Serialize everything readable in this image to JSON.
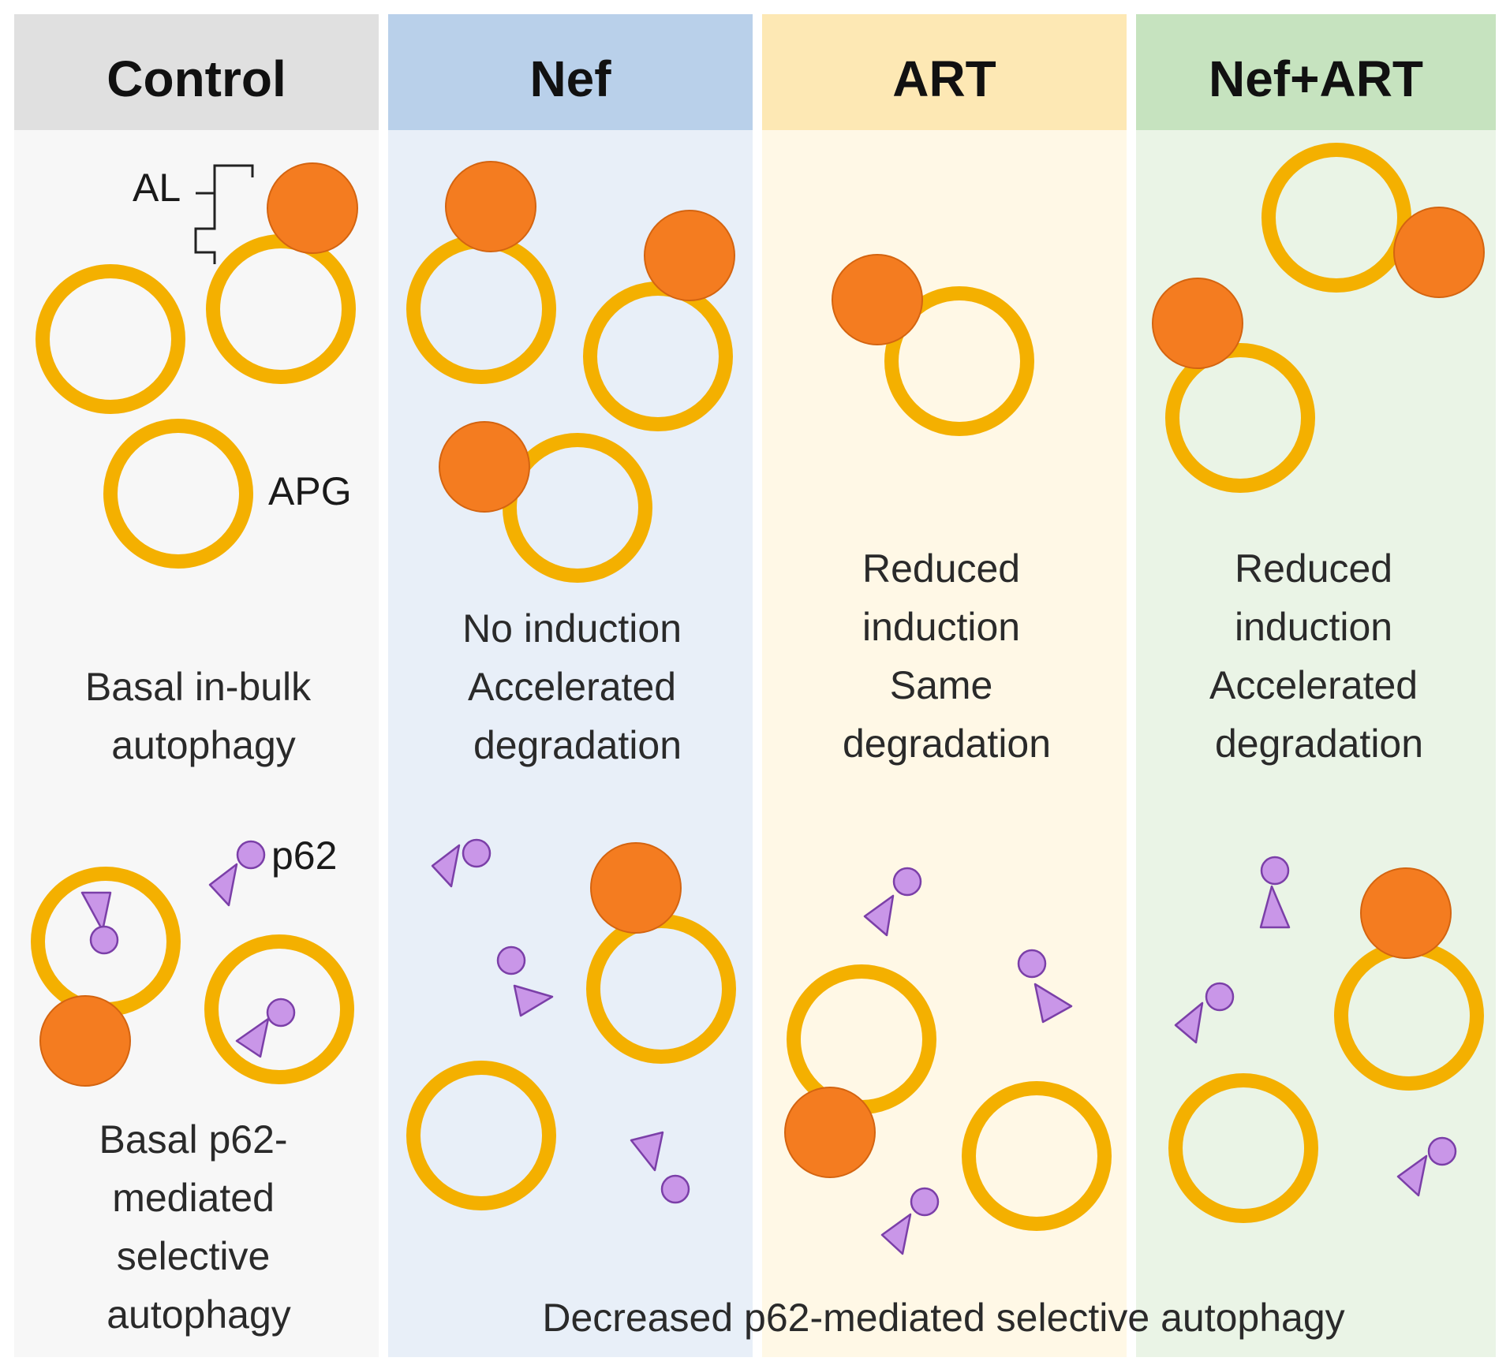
{
  "columns": [
    {
      "header": "Control",
      "caption_top": [
        "Basal in-bulk",
        "autophagy"
      ],
      "caption_bottom": [
        "Basal p62-",
        "mediated",
        "selective",
        "autophagy"
      ],
      "header_color": "#e0e0e0",
      "panel_color": "#f7f7f7"
    },
    {
      "header": "Nef",
      "caption_top": [
        "No induction",
        "Accelerated",
        "degradation"
      ],
      "header_color": "#b9d0ea",
      "panel_color": "#e8eff8"
    },
    {
      "header": "ART",
      "caption_top": [
        "Reduced",
        "induction",
        "Same",
        "degradation"
      ],
      "header_color": "#fde8b4",
      "panel_color": "#fff8e6"
    },
    {
      "header": "Nef+ART",
      "caption_top": [
        "Reduced",
        "induction",
        "Accelerated",
        "degradation"
      ],
      "header_color": "#c6e3bf",
      "panel_color": "#eaf4e6"
    }
  ],
  "shared_caption": "Decreased p62-mediated selective autophagy",
  "labels": {
    "al": "AL",
    "apg": "APG",
    "p62": "p62"
  },
  "colors": {
    "autophagosome_ring": "#f4b000",
    "autolysosome_lysosome": "#f47c20",
    "p62_protein": "#c996e8"
  }
}
